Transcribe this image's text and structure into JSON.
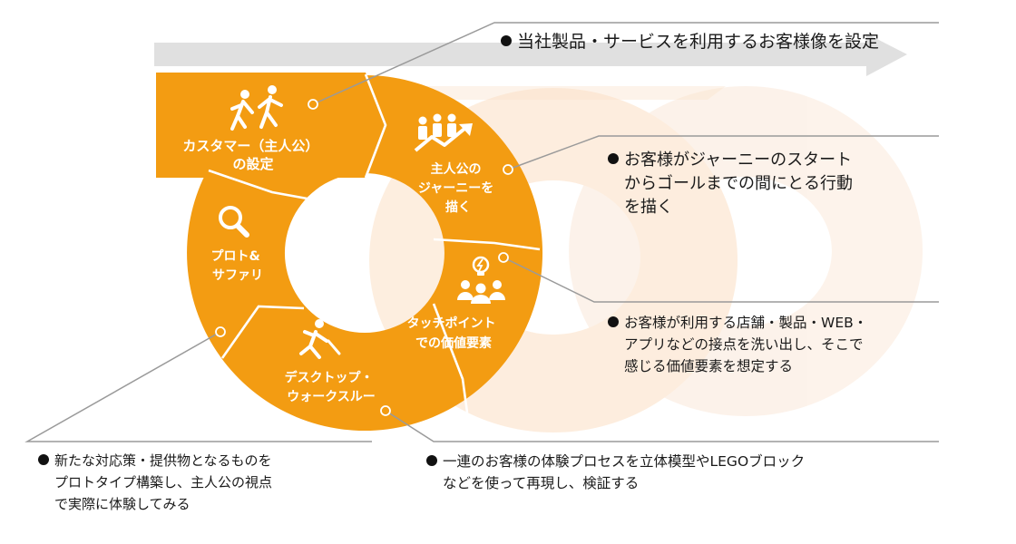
{
  "colors": {
    "accent": "#F39C12",
    "faded": "#FBE3CC",
    "line": "#9A9A9A",
    "text": "#1A1A1A"
  },
  "segments": [
    {
      "id": "customer",
      "icon": "running-people-icon",
      "lines": [
        "カスタマー（主人公）",
        "の設定"
      ]
    },
    {
      "id": "journey",
      "icon": "group-growth-icon",
      "lines": [
        "主人公の",
        "ジャーニーを",
        "描く"
      ]
    },
    {
      "id": "touchpoint",
      "icon": "idea-team-icon",
      "lines": [
        "タッチポイント",
        "での価値要素"
      ]
    },
    {
      "id": "walkthrough",
      "icon": "runner-icon",
      "lines": [
        "デスクトップ・",
        "ウォークスルー"
      ]
    },
    {
      "id": "prototype",
      "icon": "magnifier-icon",
      "lines": [
        "プロト&",
        "サファリ"
      ]
    }
  ],
  "notes": [
    {
      "id": "customer",
      "lines": [
        "当社製品・サービスを利用するお客様像を設定"
      ]
    },
    {
      "id": "journey",
      "lines": [
        "お客様がジャーニーのスタート",
        "からゴールまでの間にとる行動",
        "を描く"
      ]
    },
    {
      "id": "touchpoint",
      "lines": [
        "お客様が利用する店舗・製品・WEB・",
        "アプリなどの接点を洗い出し、そこで",
        "感じる価値要素を想定する"
      ]
    },
    {
      "id": "prototype",
      "lines": [
        "新たな対応策・提供物となるものを",
        "プロトタイプ構築し、主人公の視点",
        "で実際に体験してみる"
      ]
    },
    {
      "id": "walkthrough",
      "lines": [
        "一連のお客様の体験プロセスを立体模型やLEGOブロック",
        "などを使って再現し、検証する"
      ]
    }
  ]
}
